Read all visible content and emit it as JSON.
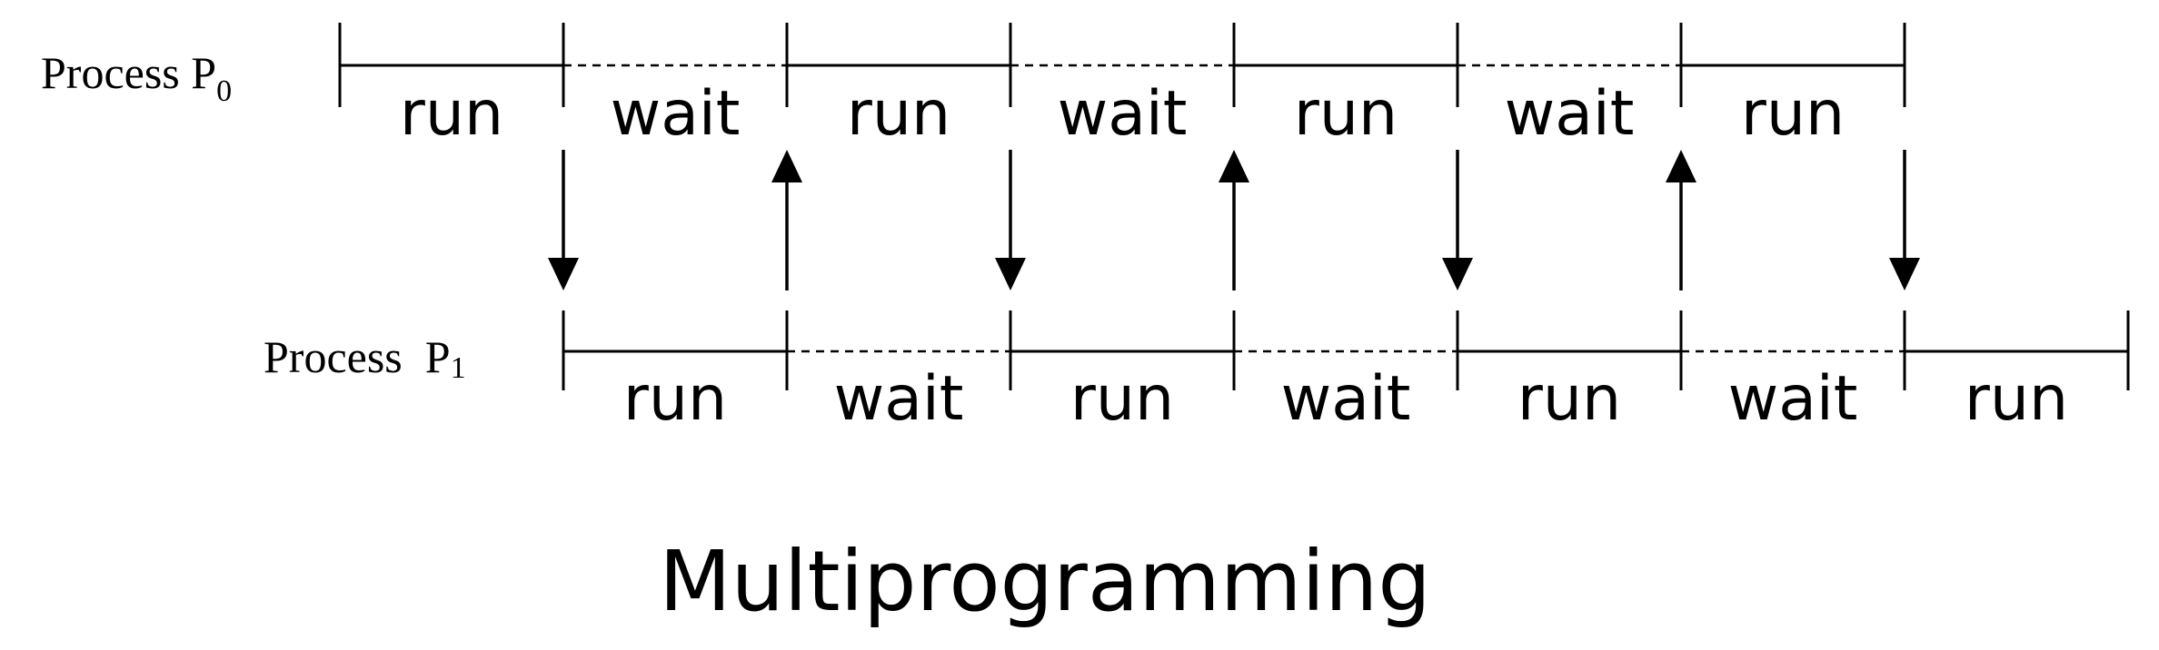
{
  "title": "Multiprogramming",
  "process0": {
    "label_main": "Process P",
    "label_sub": "0",
    "segments": [
      "run",
      "wait",
      "run",
      "wait",
      "run",
      "wait",
      "run"
    ]
  },
  "process1": {
    "label_main": "Process  P",
    "label_sub": "1",
    "segments": [
      "run",
      "wait",
      "run",
      "wait",
      "run",
      "wait",
      "run"
    ]
  },
  "switch_arrows": [
    "down",
    "up",
    "down",
    "up",
    "down",
    "up",
    "down"
  ],
  "colors": {
    "line": "#000000",
    "background": "#ffffff"
  }
}
